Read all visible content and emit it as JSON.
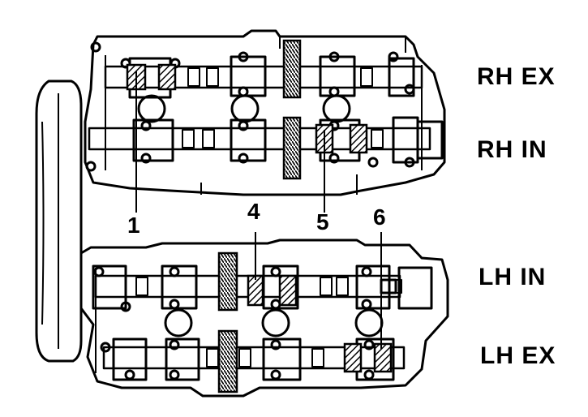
{
  "labels": {
    "rh_ex": "RH EX",
    "rh_in": "RH IN",
    "lh_in": "LH IN",
    "lh_ex": "LH EX"
  },
  "callouts": {
    "c1": "1",
    "c4": "4",
    "c5": "5",
    "c6": "6"
  },
  "colors": {
    "ink": "#000000",
    "paper": "#ffffff"
  }
}
